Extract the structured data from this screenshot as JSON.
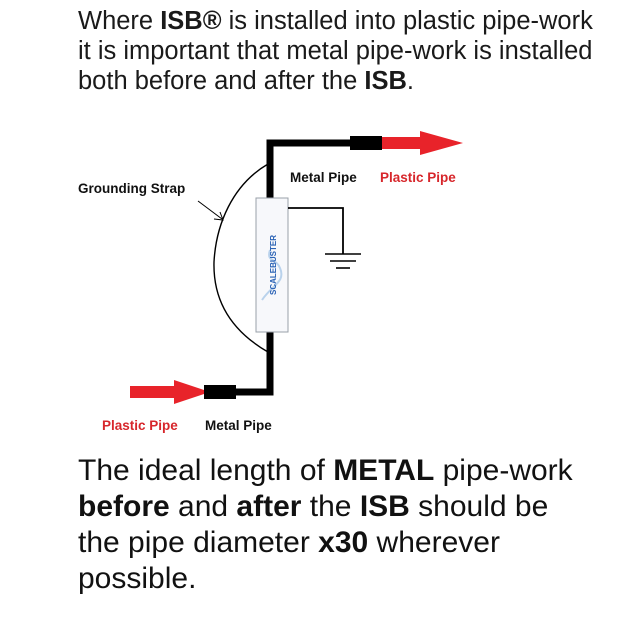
{
  "intro": {
    "p1": "Where ",
    "b1": "ISB®",
    "p2": " is installed into plastic pipe-work it is important that metal pipe-work is installed both before and after the ",
    "b2": "ISB",
    "p3": "."
  },
  "diagram": {
    "grounding_strap_label": "Grounding Strap",
    "top_metal_label": "Metal Pipe",
    "top_plastic_label": "Plastic Pipe",
    "bottom_plastic_label": "Plastic Pipe",
    "bottom_metal_label": "Metal Pipe",
    "device_label": "SCALEBUSTER",
    "colors": {
      "plastic": "#e8232a",
      "metal": "#000000",
      "plastic_label": "#d7262b",
      "metal_label": "#111111"
    }
  },
  "conclusion": {
    "p1": "The ideal length of ",
    "b1": "METAL",
    "p2": " pipe-work ",
    "b2": "before",
    "p3": " and ",
    "b3": "after",
    "p4": " the ",
    "b4": "ISB",
    "p5": " should be the pipe diameter ",
    "b5": "x30",
    "p6": " wherever possible."
  }
}
